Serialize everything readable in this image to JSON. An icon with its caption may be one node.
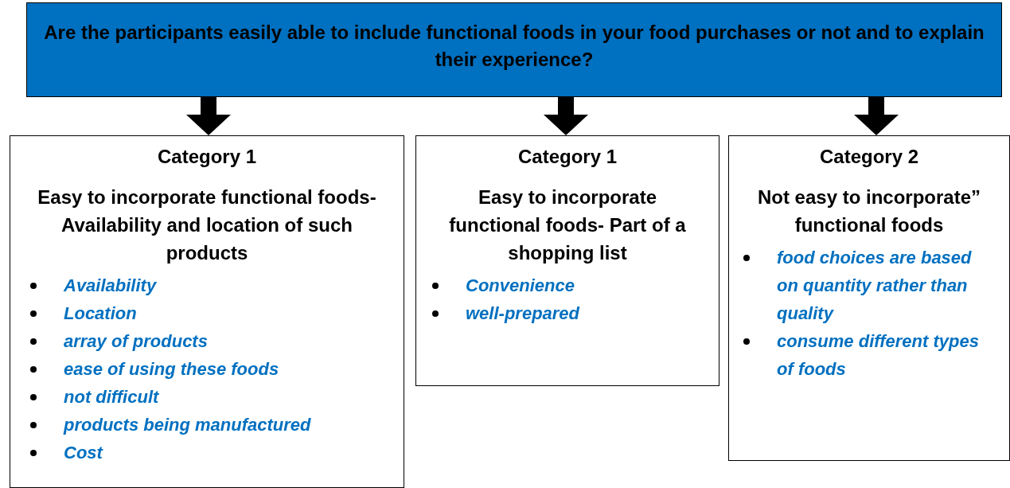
{
  "diagram": {
    "nodes": [
      {
        "text": [
          "Are the participants easily able to include functional foods in your food purchases or not and to explain their experience?"
        ]
      },
      {
        "text": [
          "Category 1",
          "Easy to incorporate functional foods- Availability and location of such products",
          "Availability",
          "Location",
          "array of products",
          "ease of using these foods",
          "not difficult",
          "products being manufactured",
          "Cost"
        ]
      },
      {
        "text": [
          "Category 1",
          "Easy to incorporate functional foods- Part of a shopping list",
          "Convenience",
          "well-prepared"
        ]
      },
      {
        "text": [
          "Category 2",
          "Not easy to incorporate” functional foods",
          "food choices are based on quantity rather than quality",
          "consume different types of foods"
        ]
      }
    ],
    "edges": [
      {
        "from": 0,
        "to": 1,
        "arrow": "to"
      },
      {
        "from": 0,
        "to": 2,
        "arrow": "to"
      },
      {
        "from": 0,
        "to": 3,
        "arrow": "to"
      }
    ]
  }
}
